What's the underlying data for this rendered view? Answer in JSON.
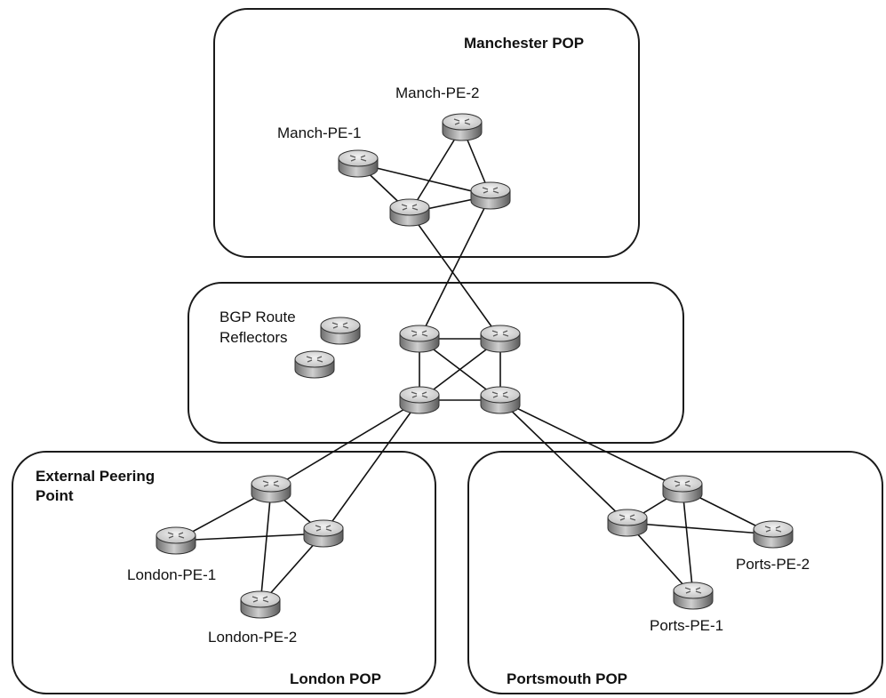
{
  "pops": {
    "manchester": {
      "label": "Manchester POP"
    },
    "core": {
      "label_line1": "BGP Route",
      "label_line2": "Reflectors"
    },
    "london": {
      "label": "London POP",
      "peering_line1": "External Peering",
      "peering_line2": "Point"
    },
    "portsmouth": {
      "label": "Portsmouth POP"
    }
  },
  "nodes": {
    "manch_pe_1": "Manch-PE-1",
    "manch_pe_2": "Manch-PE-2",
    "london_pe_1": "London-PE-1",
    "london_pe_2": "London-PE-2",
    "ports_pe_1": "Ports-PE-1",
    "ports_pe_2": "Ports-PE-2"
  },
  "icon": "router-icon",
  "colors": {
    "router_top": "#e4e4e4",
    "router_side": "#8a8a8a",
    "line": "#111111"
  }
}
